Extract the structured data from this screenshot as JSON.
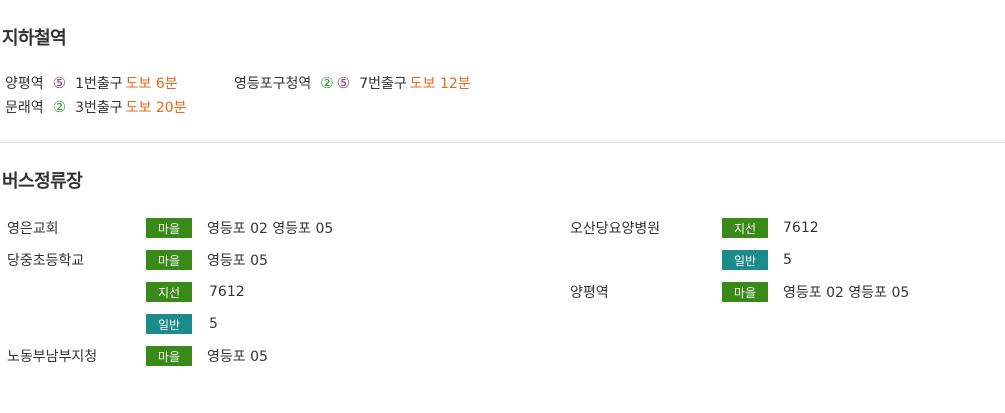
{
  "subway": {
    "title": "지하철역",
    "stations": [
      {
        "name": "양평역",
        "lines": [
          {
            "label": "⑤",
            "color": "#8b3e96"
          }
        ],
        "exit": "1번출구",
        "walk": "도보 6분"
      },
      {
        "name": "영등포구청역",
        "lines": [
          {
            "label": "②",
            "color": "#2f9c3b"
          },
          {
            "label": "⑤",
            "color": "#8b3e96"
          }
        ],
        "exit": "7번출구",
        "walk": "도보 12분"
      },
      {
        "name": "문래역",
        "lines": [
          {
            "label": "②",
            "color": "#2f9c3b"
          }
        ],
        "exit": "3번출구",
        "walk": "도보 20분"
      }
    ]
  },
  "bus": {
    "title": "버스정류장",
    "type_colors": {
      "마을": "#3a8a1a",
      "지선": "#3a8a1a",
      "일반": "#1b8b8b"
    },
    "stops": [
      {
        "name": "영은교회",
        "routes": [
          {
            "type": "마을",
            "numbers": "영등포 02 영등포 05"
          }
        ]
      },
      {
        "name": "당중초등학교",
        "routes": [
          {
            "type": "마을",
            "numbers": "영등포 05"
          },
          {
            "type": "지선",
            "numbers": "7612"
          },
          {
            "type": "일반",
            "numbers": "5"
          }
        ]
      },
      {
        "name": "노동부남부지청",
        "routes": [
          {
            "type": "마을",
            "numbers": "영등포 05"
          }
        ]
      },
      {
        "name": "오산당요양병원",
        "routes": [
          {
            "type": "지선",
            "numbers": "7612"
          },
          {
            "type": "일반",
            "numbers": "5"
          }
        ]
      },
      {
        "name": "양평역",
        "routes": [
          {
            "type": "마을",
            "numbers": "영등포 02  영등포 05"
          }
        ]
      }
    ]
  }
}
